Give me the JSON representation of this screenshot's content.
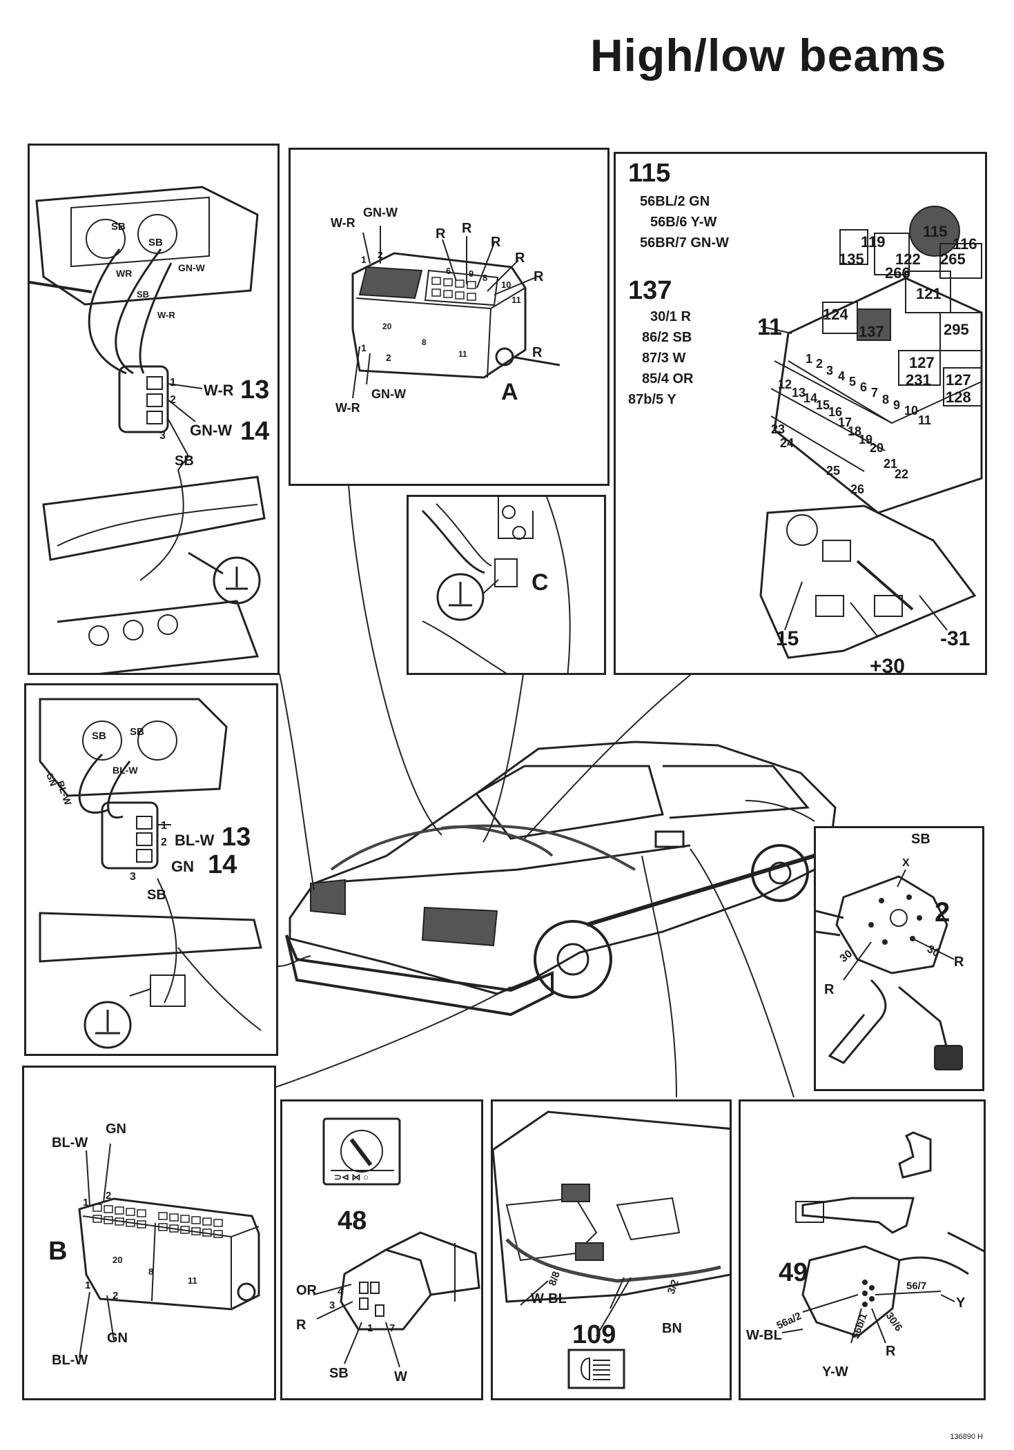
{
  "title": "High/low beams",
  "footer_id": "136890 H",
  "panel_top_left": {
    "pins": [
      "1",
      "2",
      "3"
    ],
    "wires": [
      "W-R",
      "GN-W",
      "SB"
    ],
    "callouts": [
      "13",
      "14"
    ],
    "lamp_labels": [
      "SB",
      "SB",
      "WR",
      "GN-W",
      "SB",
      "W-R"
    ]
  },
  "panel_connector_a": {
    "wires_top": [
      "GN-W",
      "W-R"
    ],
    "pins_top": [
      "1",
      "2"
    ],
    "r_labels": [
      "R",
      "R",
      "R",
      "R",
      "R",
      "R"
    ],
    "pin_numbers": [
      "6",
      "9",
      "8",
      "10",
      "11"
    ],
    "block_numbers": [
      "20",
      "8",
      "11"
    ],
    "pins_bottom": [
      "1",
      "2"
    ],
    "wires_bottom": [
      "GN-W",
      "W-R"
    ],
    "letter": "A"
  },
  "panel_relays": {
    "relay1_number": "115",
    "relay1_lines": [
      "56BL/2 GN",
      "56B/6 Y-W",
      "56BR/7 GN-W"
    ],
    "relay2_number": "137",
    "relay2_lines": [
      "30/1 R",
      "86/2 SB",
      "87/3 W",
      "85/4 OR",
      "87b/5 Y"
    ],
    "relay_box_labels": [
      "115",
      "119",
      "135",
      "122",
      "266",
      "265",
      "116",
      "121",
      "124",
      "137",
      "295",
      "127",
      "231",
      "127",
      "128"
    ],
    "fuse_numbers": [
      "1",
      "2",
      "3",
      "4",
      "5",
      "6",
      "7",
      "8",
      "9",
      "10",
      "11",
      "12",
      "13",
      "14",
      "15",
      "16",
      "17",
      "18",
      "19",
      "20",
      "21",
      "22",
      "23",
      "24",
      "25",
      "26"
    ],
    "callout_11": "11",
    "terminal_labels": [
      "15",
      "+30",
      "-31"
    ]
  },
  "panel_ground_c": {
    "letter": "C",
    "ground_symbol": "ground-symbol"
  },
  "panel_mid_left": {
    "pins": [
      "1",
      "2",
      "3"
    ],
    "wires": [
      "BL-W",
      "GN",
      "SB"
    ],
    "callouts": [
      "13",
      "14"
    ],
    "lamp_labels": [
      "SB",
      "SB",
      "BL-W",
      "BL-W",
      "GN"
    ]
  },
  "panel_switch_2": {
    "labels": [
      "SB",
      "X",
      "30",
      "30",
      "R",
      "R"
    ],
    "callout": "2"
  },
  "panel_connector_b": {
    "wires_top": [
      "BL-W",
      "GN"
    ],
    "pins_top": [
      "1",
      "2"
    ],
    "block_numbers": [
      "20",
      "8",
      "11"
    ],
    "pins_bottom": [
      "1",
      "2"
    ],
    "wires_bottom": [
      "GN",
      "BL-W"
    ],
    "letter": "B"
  },
  "panel_switch_48": {
    "callout": "48",
    "pins": [
      "4",
      "3",
      "1",
      "7"
    ],
    "wires": [
      "OR",
      "R",
      "SB",
      "W"
    ]
  },
  "panel_109": {
    "callout": "109",
    "pins": [
      "8/8",
      "3/2"
    ],
    "wires": [
      "W-BL",
      "BN"
    ]
  },
  "panel_49": {
    "callout": "49",
    "pins": [
      "56a/2",
      "56b/1",
      "30/6",
      "56/7"
    ],
    "wires": [
      "W-BL",
      "Y-W",
      "R",
      "Y"
    ]
  }
}
